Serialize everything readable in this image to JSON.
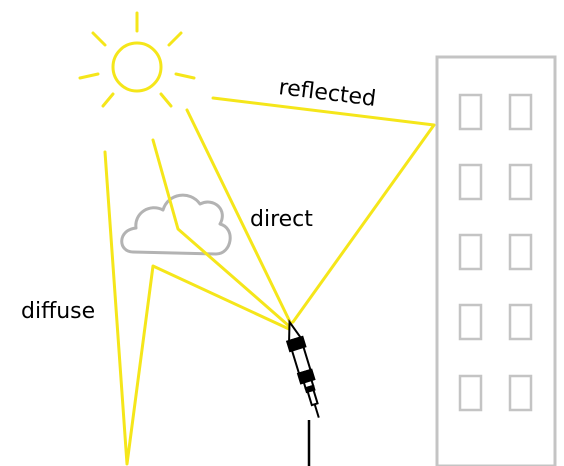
{
  "labels": {
    "reflected": "reflected",
    "direct": "direct",
    "diffuse": "diffuse"
  },
  "colors": {
    "light_ray": "#f5e61a",
    "sun": "#f5e61a",
    "cloud": "#b3b3b3",
    "building": "#c4c4c4",
    "sensor": "#000000",
    "text": "#000000"
  },
  "icons": {
    "sun": "sun-icon",
    "cloud": "cloud-icon",
    "building": "building-icon",
    "sensor": "pyranometer-sensor-icon"
  }
}
